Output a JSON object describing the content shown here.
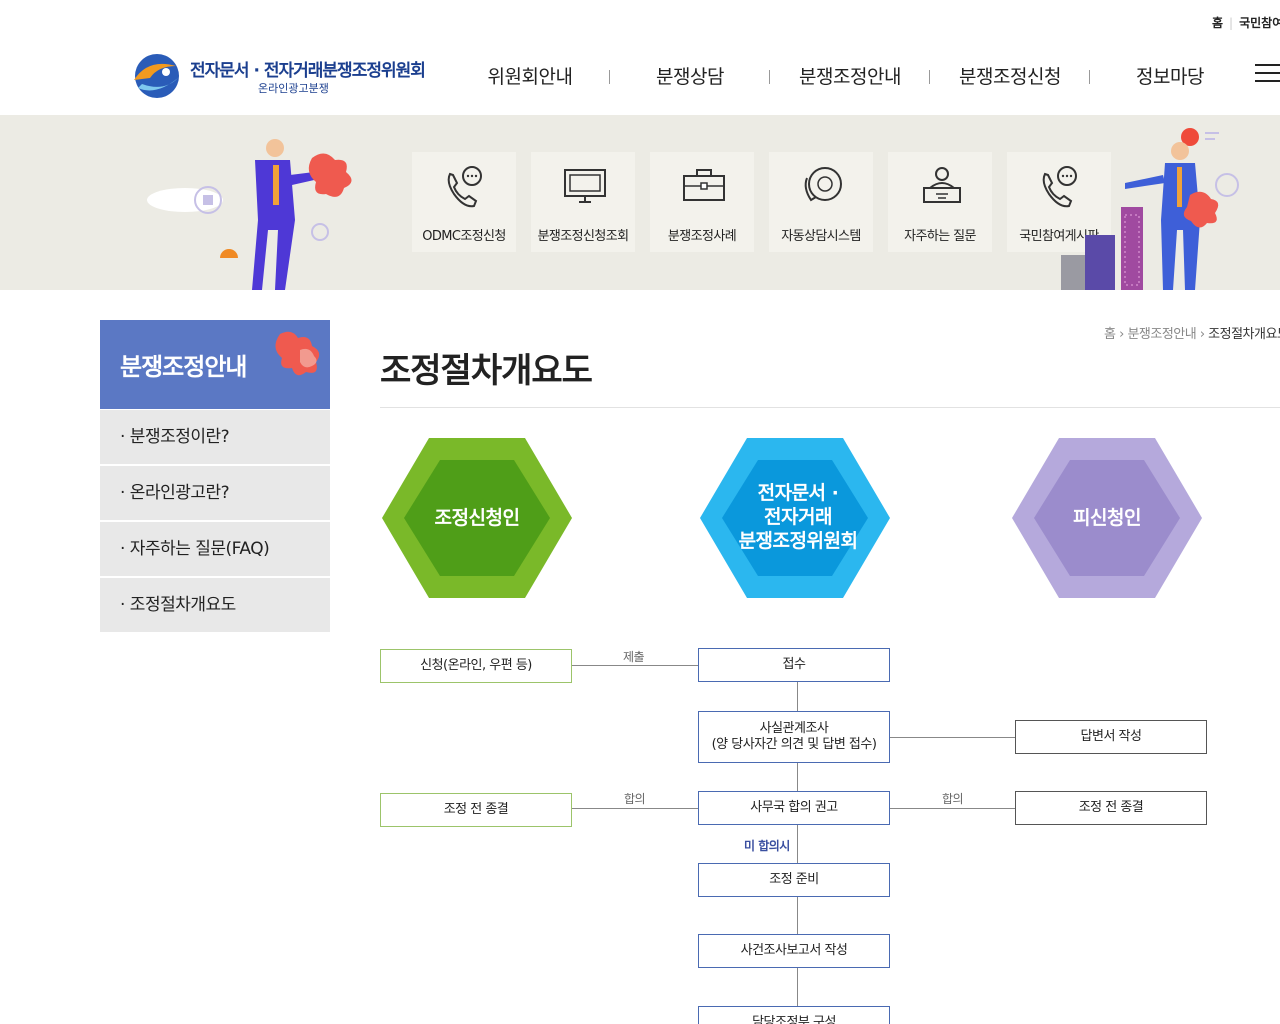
{
  "util_nav": {
    "home": "홈",
    "participation": "국민참여"
  },
  "logo": {
    "title": "전자문서 · 전자거래분쟁조정위원회",
    "subtitle": "온라인광고분쟁"
  },
  "gnb": [
    {
      "label": "위원회안내"
    },
    {
      "label": "분쟁상담"
    },
    {
      "label": "분쟁조정안내"
    },
    {
      "label": "분쟁조정신청"
    },
    {
      "label": "정보마당"
    }
  ],
  "quick_menu": [
    {
      "label": "ODMC조정신청",
      "icon": "phone-chat-icon"
    },
    {
      "label": "분쟁조정신청조회",
      "icon": "monitor-icon"
    },
    {
      "label": "분쟁조정사례",
      "icon": "briefcase-icon"
    },
    {
      "label": "자동상담시스템",
      "icon": "auto-chat-icon"
    },
    {
      "label": "자주하는 질문",
      "icon": "agent-desk-icon"
    },
    {
      "label": "국민참여게시판",
      "icon": "phone-chat-icon"
    }
  ],
  "lnb": {
    "title": "분쟁조정안내",
    "items": [
      {
        "label": "· 분쟁조정이란?"
      },
      {
        "label": "· 온라인광고란?"
      },
      {
        "label": "· 자주하는 질문(FAQ)"
      },
      {
        "label": "· 조정절차개요도"
      }
    ]
  },
  "breadcrumb": {
    "home": "홈",
    "section": "분쟁조정안내",
    "current": "조정절차개요도"
  },
  "page_title": "조정절차개요도",
  "parties": {
    "applicant": "조정신청인",
    "committee_line1": "전자문서 ·",
    "committee_line2": "전자거래",
    "committee_line3": "분쟁조정위원회",
    "respondent": "피신청인"
  },
  "colors": {
    "applicant": "#5aa51e",
    "committee": "#1aa7e8",
    "respondent": "#9b8ccc",
    "lnb": "#5b78c4"
  },
  "flow": {
    "apply": "신청(온라인, 우편 등)",
    "submit": "제출",
    "receipt": "접수",
    "fact_check_line1": "사실관계조사",
    "fact_check_line2": "(양 당사자간 의견 및 답변 접수)",
    "answer": "답변서 작성",
    "agree_left": "합의",
    "pre_settle_left": "조정 전 종결",
    "recommend": "사무국 합의 권고",
    "agree_right": "합의",
    "pre_settle_right": "조정 전 종결",
    "no_agree": "미 합의시",
    "prepare": "조정 준비",
    "report": "사건조사보고서 작성",
    "panel": "담당조정부 구성"
  }
}
